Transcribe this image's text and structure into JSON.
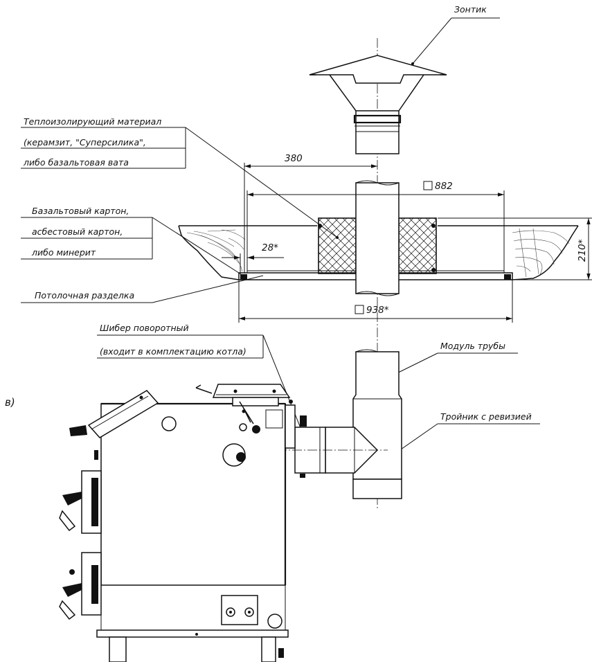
{
  "labels": {
    "umbrella": "Зонтик",
    "insulation_line1": "Теплоизолирующий материал",
    "insulation_line2": "(керамзит, \"Суперсилика\",",
    "insulation_line3": "либо базальтовая вата",
    "board_line1": "Базальтовый картон,",
    "board_line2": "асбестовый картон,",
    "board_line3": "либо минерит",
    "ceiling_cut": "Потолочная разделка",
    "damper_line1": "Шибер поворотный",
    "damper_line2": "(входит в комплектацию котла)",
    "pipe_module": "Модуль трубы",
    "tee": "Тройник с ревизией",
    "view_letter": "в)"
  },
  "dimensions": {
    "d380": "380",
    "d882": "882",
    "d28": "28*",
    "d210": "210*",
    "d938": "938*"
  },
  "colors": {
    "line": "#111111",
    "background": "#ffffff"
  }
}
